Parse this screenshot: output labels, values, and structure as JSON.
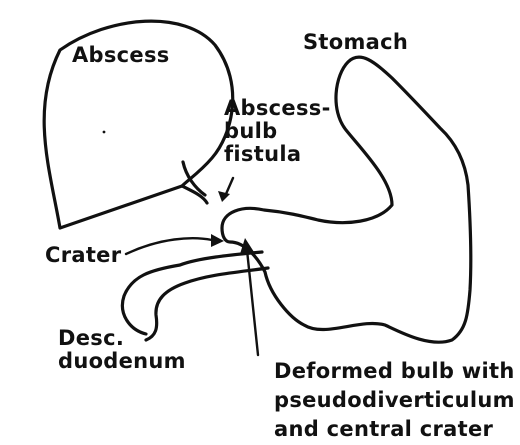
{
  "labels": {
    "abscess": "Abscess",
    "stomach": "Stomach",
    "fistula": [
      "Abscess-",
      "bulb",
      "fistula"
    ],
    "crater": "Crater",
    "duodenum": [
      "Desc.",
      "duodenum"
    ],
    "bulb": [
      "Deformed bulb with",
      "pseudodiverticulum",
      "and central crater"
    ]
  }
}
